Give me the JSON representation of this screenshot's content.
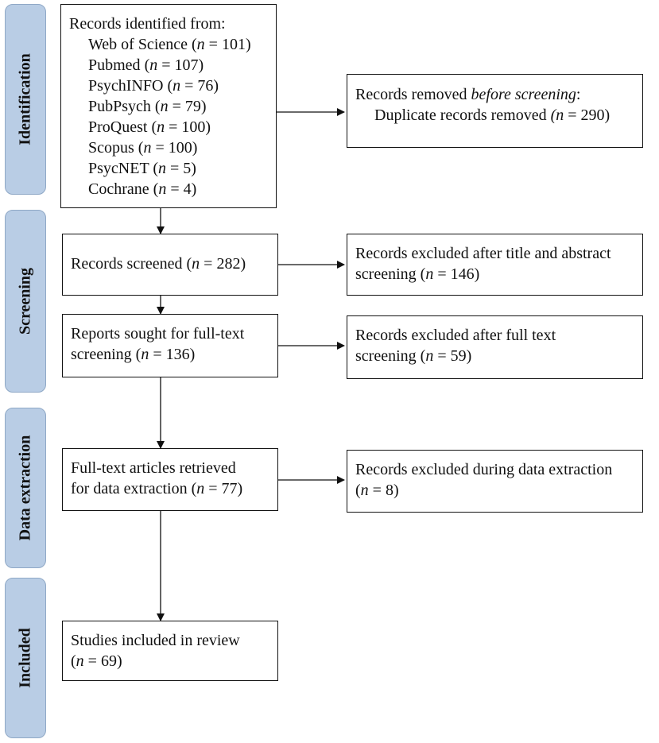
{
  "phases": {
    "identification": "Identification",
    "screening": "Screening",
    "data_extraction": "Data extraction",
    "included": "Included"
  },
  "identification": {
    "header": "Records identified from:",
    "sources": [
      {
        "name": "Web of Science",
        "n": "101"
      },
      {
        "name": "Pubmed",
        "n": "107"
      },
      {
        "name": "PsychINFO",
        "n": "76"
      },
      {
        "name": "PubPsych",
        "n": "79"
      },
      {
        "name": "ProQuest",
        "n": "100"
      },
      {
        "name": "Scopus",
        "n": "100"
      },
      {
        "name": "PsycNET",
        "n": "5"
      },
      {
        "name": "Cochrane",
        "n": "4"
      }
    ],
    "removed_prefix": "Records removed ",
    "removed_italic": "before screening",
    "removed_suffix": ":",
    "duplicates_label": "Duplicate records removed ",
    "duplicates_n": "290"
  },
  "screening": {
    "screened_label": "Records screened",
    "screened_n": "282",
    "excluded_ta_line1": "Records excluded after title and abstract",
    "excluded_ta_line2": "screening",
    "excluded_ta_n": "146",
    "sought_line1": "Reports sought for full-text",
    "sought_line2": "screening",
    "sought_n": "136",
    "excluded_ft_line1": "Records excluded after full text",
    "excluded_ft_line2": "screening",
    "excluded_ft_n": "59"
  },
  "data_extraction": {
    "retrieved_line1": "Full-text articles retrieved",
    "retrieved_line2": "for data extraction",
    "retrieved_n": "77",
    "excluded_de_line1": "Records excluded during data extraction",
    "excluded_de_n": "8"
  },
  "included": {
    "studies_line1": "Studies included in review",
    "studies_n": "69"
  }
}
